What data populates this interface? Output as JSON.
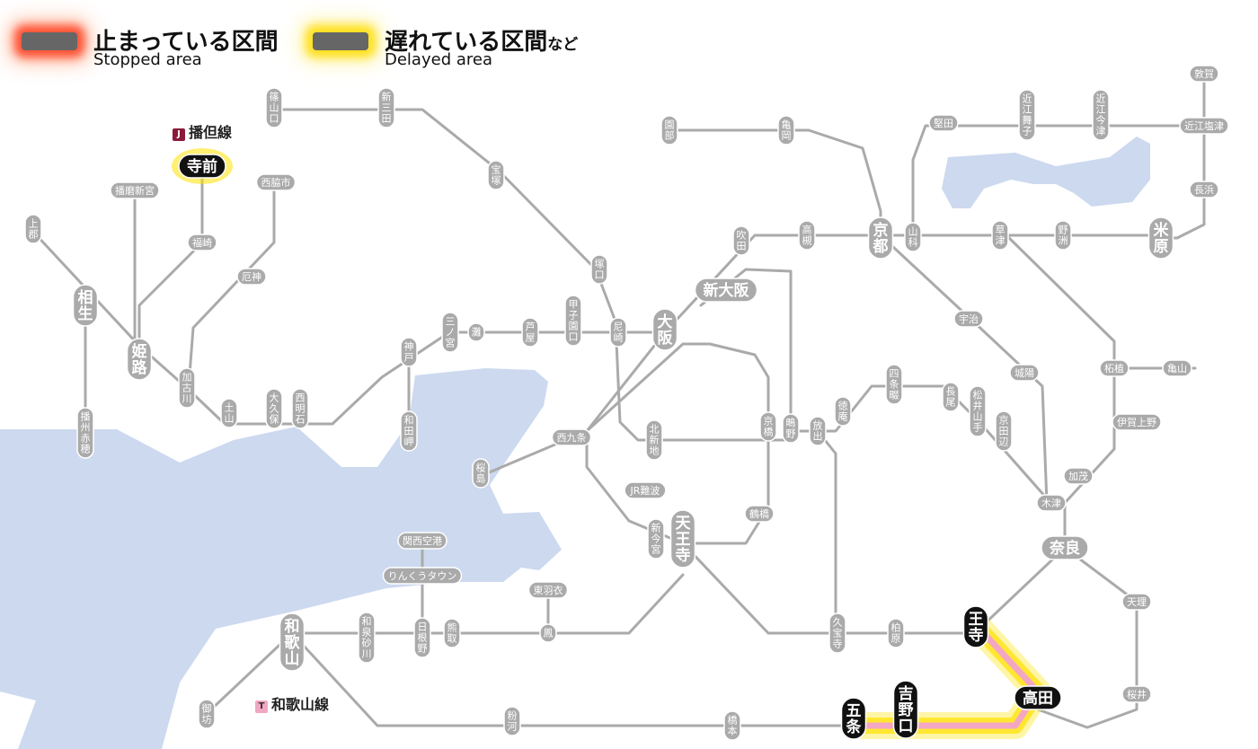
{
  "legend": {
    "stopped": {
      "jp": "止まっている区間",
      "en": "Stopped area",
      "color": "#ff3b1e"
    },
    "delayed": {
      "jp": "遅れている区間",
      "jp_suffix": "など",
      "en": "Delayed area",
      "color": "#ffdd00"
    }
  },
  "lines": {
    "bantan": {
      "code": "J",
      "name": "播但線",
      "color": "#8b1a3a"
    },
    "wakayama": {
      "code": "T",
      "name": "和歌山線",
      "color": "#f1a7c1"
    }
  },
  "colors": {
    "sea": "#ccd9ef",
    "track": "#aaaaaa",
    "station_box": "#aaaaaa",
    "highlight_station": "#111111",
    "wakayama_delay": "#f4a7c3"
  },
  "stations": {
    "sasayamaguchi": "篠山口",
    "shinsanda": "新三田",
    "sonobe": "園部",
    "kameoka": "亀岡",
    "katata": "堅田",
    "omimaiko": "近江舞子",
    "omiimazu": "近江今津",
    "tsuruga": "敦賀",
    "omishiotsu": "近江塩津",
    "nagahama": "長浜",
    "teramae": "寺前",
    "harimashingu": "播磨新宮",
    "nishiwakishi": "西脇市",
    "kamigori": "上郡",
    "aioi": "相生",
    "fukusaki": "福崎",
    "takarazuka": "宝塚",
    "suita": "吹田",
    "takatsuki": "高槻",
    "kyoto": "京都",
    "yamashina": "山科",
    "kusatsu": "草津",
    "yasu": "野洲",
    "maibara": "米原",
    "yakujin": "厄神",
    "tsukaguchi": "塚口",
    "shinosaka": "新大阪",
    "himeji": "姫路",
    "sannomiya": "三ノ宮",
    "nada": "灘",
    "ashiya": "芦屋",
    "koshienguchi": "甲子園口",
    "amagasaki": "尼崎",
    "osaka": "大阪",
    "uji": "宇治",
    "tsuge": "柘植",
    "kameyama": "亀山",
    "kakogawa": "加古川",
    "kobe": "神戸",
    "tsuchiyama": "土山",
    "okubo": "大久保",
    "nishiakashi": "西明石",
    "wadamisaki": "和田岬",
    "kyobashi": "京橋",
    "kizuriyamamoto": "鴫野",
    "hanaten": "放出",
    "tokuan": "徳庵",
    "shijonawate": "四条畷",
    "nagao": "長尾",
    "matsuiyamate": "松井山手",
    "kyotanabe": "京田辺",
    "johoku": "城陽",
    "iga_ueno": "伊賀上野",
    "kamo": "加茂",
    "kizu": "木津",
    "banshuako": "播州赤穂",
    "nishikujo": "西九条",
    "kitashinchi": "北新地",
    "sakurajima": "桜島",
    "jrnamba": "JR難波",
    "tsuruhashi": "鶴橋",
    "shinimamiya": "新今宮",
    "tennoji": "天王寺",
    "nara": "奈良",
    "kansaikuko": "関西空港",
    "rinkutown": "りんくうタウン",
    "higashihagoromo": "東羽衣",
    "otori": "鳳",
    "wakayama": "和歌山",
    "izumisunagawa": "和泉砂川",
    "hinenoda": "日根野",
    "kumatori": "熊取",
    "kyujoji": "久宝寺",
    "kashiwara": "柏原",
    "oji": "王寺",
    "tenri": "天理",
    "takada": "高田",
    "sakurai": "桜井",
    "gobo": "御坊",
    "konagawa": "粉河",
    "hashimoto": "橋本",
    "gojo": "五条",
    "yoshinoguchi": "吉野口"
  }
}
